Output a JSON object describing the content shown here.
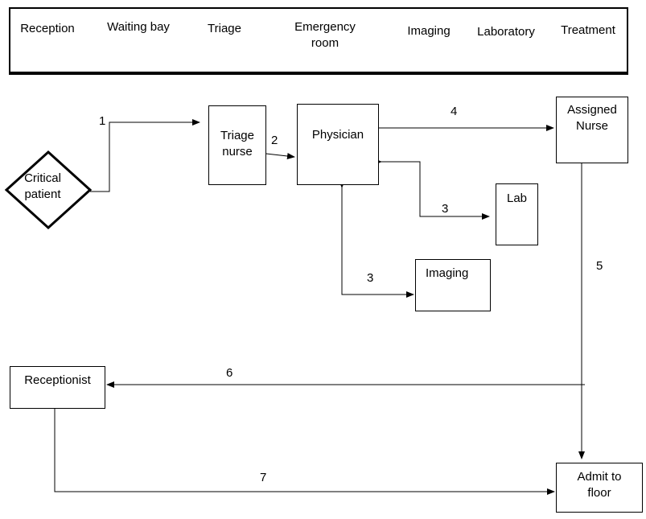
{
  "header": {
    "columns": [
      "Reception",
      "Waiting bay",
      "Triage",
      "Emergency room",
      "Imaging",
      "Laboratory",
      "Treatment"
    ],
    "emergency_line1": "Emergency",
    "emergency_line2": "room"
  },
  "nodes": {
    "critical_line1": "Critical",
    "critical_line2": "patient",
    "triage_line1": "Triage",
    "triage_line2": "nurse",
    "physician": "Physician",
    "assigned_line1": "Assigned",
    "assigned_line2": "Nurse",
    "lab": "Lab",
    "imaging": "Imaging",
    "receptionist": "Receptionist",
    "admit_line1": "Admit to",
    "admit_line2": "floor"
  },
  "steps": {
    "s1": "1",
    "s2": "2",
    "s3_lab": "3",
    "s3_imaging": "3",
    "s4": "4",
    "s5": "5",
    "s6": "6",
    "s7": "7"
  }
}
